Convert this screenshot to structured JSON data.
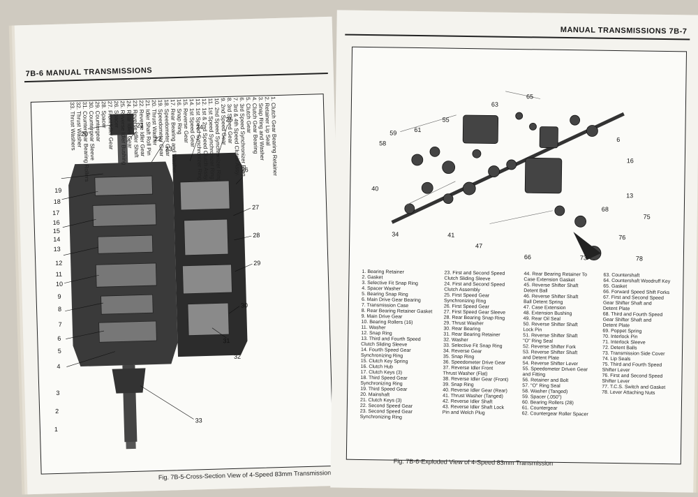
{
  "left_page": {
    "page_header": "7B-6  MANUAL TRANSMISSIONS",
    "caption": "Fig. 7B-5-Cross-Section View of 4-Speed 83mm Transmission",
    "legend": [
      "1. Clutch Gear Bearing Retainer",
      "2. Retainer Lip Seal",
      "3. Snap Ring and Washer",
      "4. Clutch Gear Bearing",
      "5. Clutch Gear",
      "6. 3rd Speed Synchronizer Ring",
      "7. 3rd & 4th Speed Clutch Assy.",
      "8. 3rd Speed Gear",
      "9. 2nd Speed Gear",
      "10. 2nd Speed Synchronizer Ring",
      "11. 1st Speed Synchronizer Ring",
      "12. 1st & 2nd Speed Clutch Assy.",
      "13. 1st Speed Synchronizer Ring",
      "14. 1st Speed Gear",
      "15. Reverse Gear",
      "16. Snap Ring",
      "17. Rear Bearing and Washer",
      "18. Speedometer Gear",
      "19. Speedometer Gear",
      "20. Thrust Washer",
      "21. Idler Shaft Roll Pin",
      "22. Reverse Idler Gear",
      "23. Reverse Idler Shaft",
      "24. Rear Idler Gear",
      "25. Reverse Idler Bushing",
      "26. Spacer",
      "27. Front Idler Gear",
      "28. Spacer",
      "29. Countergear",
      "30. Countergear Sleeve",
      "31. Countergear Bearing Rollers",
      "32. Thrust Washer",
      "33. Thrust Washers"
    ]
  },
  "right_page": {
    "page_header": "MANUAL TRANSMISSIONS  7B-7",
    "caption": "Fig. 7B-6-Exploded View of 4-Speed 83mm Transmission",
    "legend_col1": [
      "1. Bearing Retainer",
      "2. Gasket",
      "3. Selective Fit Snap Ring",
      "4. Spacer Washer",
      "5. Bearing Snap Ring",
      "6. Main Drive Gear Bearing",
      "7. Transmission Case",
      "8. Rear Bearing Retainer Gasket",
      "9. Main Drive Gear",
      "10. Bearing Rollers (16)",
      "11. Washer",
      "12. Snap Ring",
      "13. Third and Fourth Speed",
      "    Clutch Sliding Sleeve",
      "14. Fourth Speed Gear",
      "    Synchronizing Ring",
      "15. Clutch Key Spring",
      "16. Clutch Hub",
      "17. Clutch Keys (3)",
      "18. Third Speed Gear",
      "    Synchronizing Ring",
      "19. Third Speed Gear",
      "20. Mainshaft",
      "21. Clutch Keys (3)",
      "22. Second Speed Gear",
      "23. Second Speed Gear",
      "    Synchronizing Ring"
    ],
    "legend_col2": [
      "23. First and Second Speed",
      "    Clutch Sliding Sleeve",
      "24. First and Second Speed",
      "    Clutch Assembly",
      "25. First Speed Gear",
      "    Synchronizing Ring",
      "26. First Speed Gear",
      "27. First Speed Gear Sleeve",
      "28. Rear Bearing Snap Ring",
      "29. Thrust Washer",
      "30. Rear Bearing",
      "31. Rear Bearing Retainer",
      "32. Washer",
      "33. Selective Fit Snap Ring",
      "34. Reverse Gear",
      "35. Snap Ring",
      "36. Speedometer Drive Gear",
      "37. Reverse Idler Front",
      "    Thrust Washer (Flat)",
      "38. Reverse Idler Gear (Front)",
      "39. Snap Ring",
      "40. Reverse Idler Gear (Rear)",
      "41. Thrust Washer (Tanged)",
      "42. Reverse Idler Shaft",
      "43. Reverse Idler Shaft Lock",
      "    Pin and Welch Plug"
    ],
    "legend_col3": [
      "44. Rear Bearing Retainer To",
      "    Case Extension Gasket",
      "45. Reverse Shifter Shaft",
      "    Detent Ball",
      "46. Reverse Shifter Shaft",
      "    Ball Detent Spring",
      "47. Case Extension",
      "48. Extension Bushing",
      "49. Rear Oil Seal",
      "50. Reverse Shifter Shaft",
      "    Lock Pin",
      "51. Reverse Shifter Shaft",
      "    \"O\" Ring Seal",
      "52. Reverse Shifter Fork",
      "53. Reverse Shifter Shaft",
      "    and Detent Plate",
      "54. Reverse Shifter Lever",
      "55. Speedometer Driven Gear",
      "    and Fitting",
      "56. Retainer and Bolt",
      "57. \"O\" Ring Seal",
      "58. Washer (Tanged)",
      "59. Spacer (.050\")",
      "60. Bearing Rollers (28)",
      "61. Countergear",
      "62. Countergear Roller Spacer"
    ],
    "legend_col4": [
      "63. Countershaft",
      "64. Countershaft Woodruff Key",
      "65. Gasket",
      "66. Forward Speed Shift Forks",
      "67. First and Second Speed",
      "    Gear Shifter Shaft and",
      "    Detent Plate",
      "68. Third and Fourth Speed",
      "    Gear Shifter Shaft and",
      "    Detent Plate",
      "69. Poppet Spring",
      "70. Interlock Pin",
      "71. Interlock Sleeve",
      "72. Detent Balls",
      "73. Transmission Side Cover",
      "74. Lip Seals",
      "75. Third and Fourth Speed",
      "    Shifter Lever",
      "76. First and Second Speed",
      "    Shifter Lever",
      "77. T.C.S. Switch and Gasket",
      "78. Lever Attaching Nuts"
    ]
  }
}
